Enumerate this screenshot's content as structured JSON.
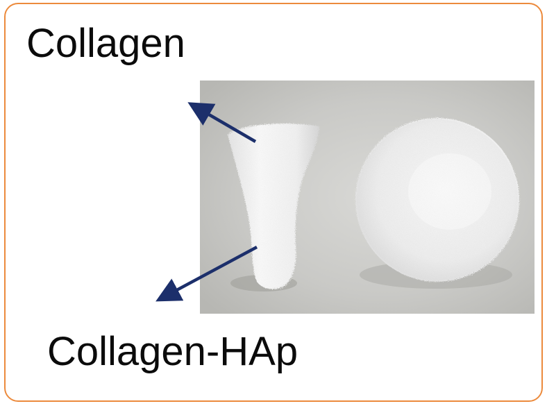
{
  "labels": {
    "top": "Collagen",
    "bottom": "Collagen-HAp"
  },
  "colors": {
    "border": "#ec8a3c",
    "arrow": "#1c2f6b",
    "text": "#0b0b0b"
  },
  "photo": {
    "subject": "two-white-porous-scaffolds"
  }
}
